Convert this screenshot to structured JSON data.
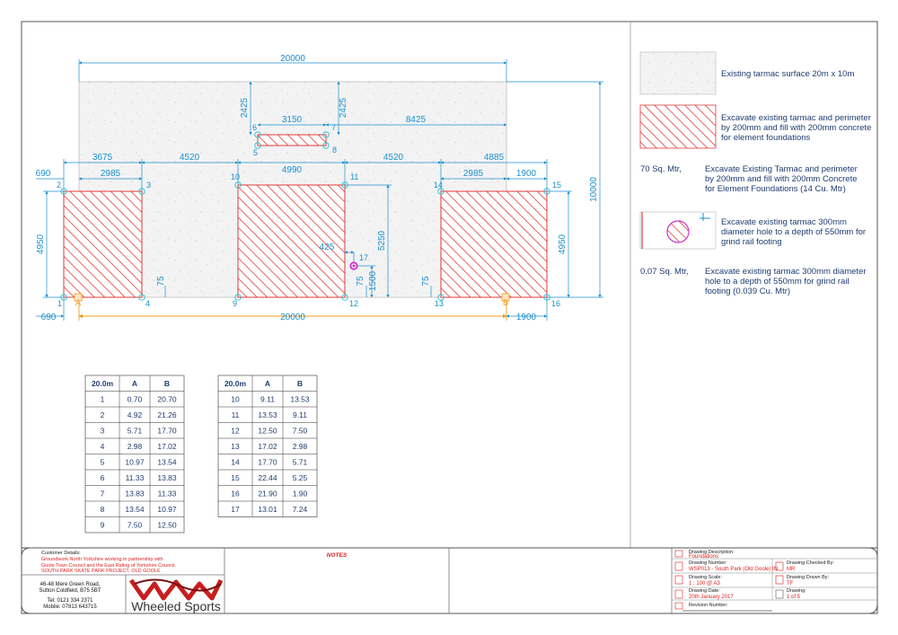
{
  "drawing": {
    "overall_width": "20000",
    "overall_height": "10000",
    "dims": {
      "top_3150": "3150",
      "top_8425": "8425",
      "v_2425_left": "2425",
      "v_2425_right": "2425",
      "d_3675": "3675",
      "d_4520_a": "4520",
      "d_4990": "4990",
      "d_4520_b": "4520",
      "d_4885": "4885",
      "d_690_top": "690",
      "d_2985_a": "2985",
      "d_2985_b": "2985",
      "d_1900_top": "1900",
      "d_4950_left": "4950",
      "d_4950_right": "4950",
      "d_5250": "5250",
      "d_425": "425",
      "d_1500": "1500",
      "d_75_a": "75",
      "d_75_b": "75",
      "d_75_c": "75",
      "d_690_bottom": "690",
      "d_20000_bottom": "20000",
      "d_1900_bottom": "1900"
    },
    "points": [
      "1",
      "2",
      "3",
      "4",
      "5",
      "6",
      "7",
      "8",
      "9",
      "10",
      "11",
      "12",
      "13",
      "14",
      "15",
      "16",
      "17"
    ],
    "markers": {
      "a": "A",
      "b": "B"
    }
  },
  "legend": {
    "item1": "Existing tarmac surface 20m x 10m",
    "item2_lines": [
      "Excavate existing tarmac and perimeter",
      "by 200mm and fill with 200mm concrete",
      "for element foundations"
    ],
    "item3_qty": "70 Sq. Mtr,",
    "item3_lines": [
      "Excavate Existing Tarmac and perimeter",
      "by 200mm and fill with 200mm Concrete",
      "for Element Foundations (14 Cu. Mtr)"
    ],
    "item4_lines": [
      "Excavate existing tarmac 300mm",
      "diameter hole to a depth of 550mm for",
      "grind rail footing"
    ],
    "item5_qty": "0.07 Sq. Mtr,",
    "item5_lines": [
      "Excavate existing tarmac 300mm diameter",
      "hole to a depth of 550mm for grind rail",
      "footing (0.039 Cu. Mtr)"
    ]
  },
  "tables": [
    {
      "headers": [
        "20.0m",
        "A",
        "B"
      ],
      "rows": [
        [
          "1",
          "0.70",
          "20.70"
        ],
        [
          "2",
          "4.92",
          "21.26"
        ],
        [
          "3",
          "5.71",
          "17.70"
        ],
        [
          "4",
          "2.98",
          "17.02"
        ],
        [
          "5",
          "10.97",
          "13.54"
        ],
        [
          "6",
          "11.33",
          "13.83"
        ],
        [
          "7",
          "13.83",
          "11.33"
        ],
        [
          "8",
          "13.54",
          "10.97"
        ],
        [
          "9",
          "7.50",
          "12.50"
        ]
      ]
    },
    {
      "headers": [
        "20.0m",
        "A",
        "B"
      ],
      "rows": [
        [
          "10",
          "9.11",
          "13.53"
        ],
        [
          "11",
          "13.53",
          "9.11"
        ],
        [
          "12",
          "12.50",
          "7.50"
        ],
        [
          "13",
          "17.02",
          "2.98"
        ],
        [
          "14",
          "17.70",
          "5.71"
        ],
        [
          "15",
          "22.44",
          "5.25"
        ],
        [
          "16",
          "21.90",
          "1.90"
        ],
        [
          "17",
          "13.01",
          "7.24"
        ]
      ]
    }
  ],
  "title_block": {
    "customer_label": "Customer Details:",
    "customer_lines": [
      "Groundwork North Yorkshire working in partnership with",
      "Goole Town Council and the East Riding of Yorkshire Council.",
      "SOUTH PARK SKATE PARK PROJECT, OLD GOOLE"
    ],
    "address_lines": [
      "46-48 Mere Green Road,",
      "Sutton Coldfield, B75 5BT"
    ],
    "tel": "Tel: 0121 334 2371",
    "mobile": "Mobile: 07813 643715",
    "logo": "Wheeled Sports",
    "notes": "NOTES",
    "description_label": "Drawing Description:",
    "description": "Foundations",
    "number_label": "Drawing Number:",
    "number": "WSP013 - South Park (Old Goole) IN",
    "checked_label": "Drawing Checked By:",
    "checked": "MR",
    "scale_label": "Drawing Scale:",
    "scale": "1 : 100 @ A3",
    "drawn_label": "Drawing Drawn By:",
    "drawn": "TF",
    "date_label": "Drawing Date:",
    "date": "20th January 2017",
    "sheet_label": "Drawing:",
    "sheet": "1 of 5",
    "revision_label": "Revision Number:"
  }
}
